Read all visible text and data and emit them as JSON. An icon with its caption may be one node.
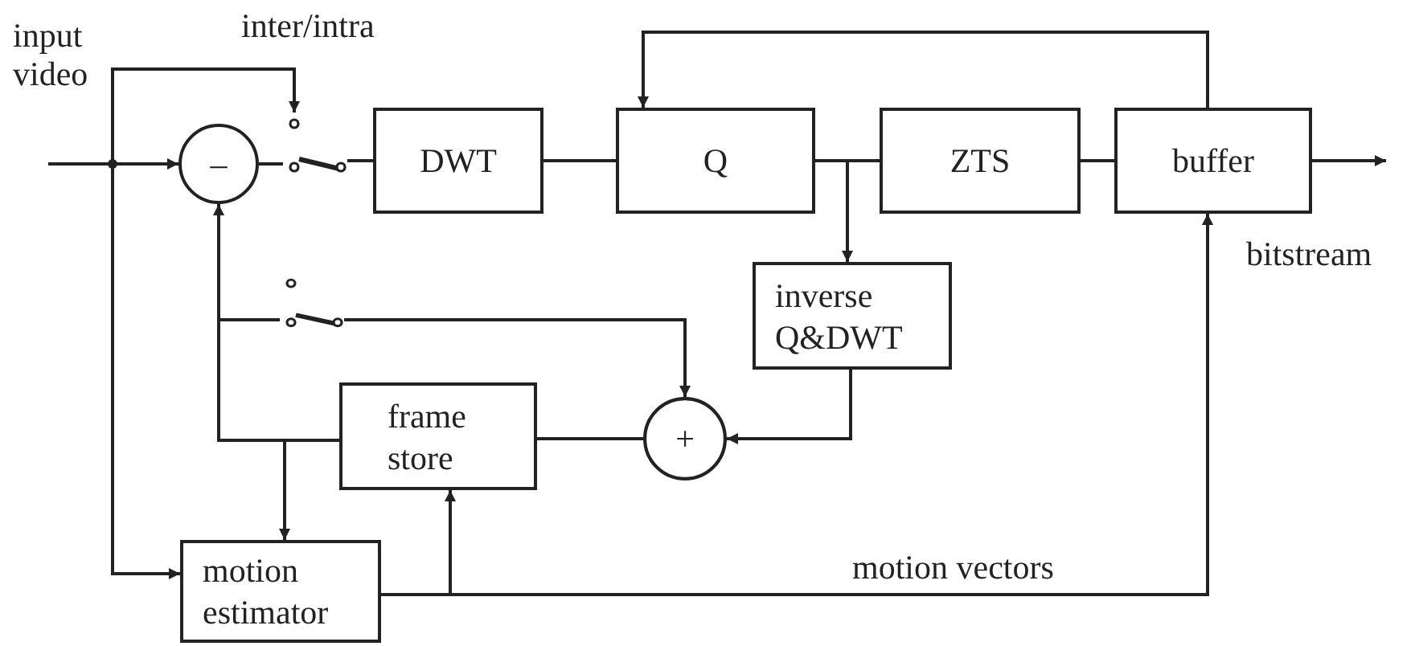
{
  "diagram": {
    "nodes": [
      {
        "text": [
          "–"
        ]
      },
      {
        "text": [],
        "shape": "switch",
        "beside": [
          "inter/intra"
        ]
      },
      {
        "text": [
          "DWT"
        ]
      },
      {
        "text": [
          "Q"
        ]
      },
      {
        "text": [
          "ZTS"
        ]
      },
      {
        "text": [
          "buffer"
        ]
      },
      {
        "text": [
          "inverse Q&DWT"
        ]
      },
      {
        "text": [],
        "shape": "switch"
      },
      {
        "text": [
          "+"
        ]
      },
      {
        "text": [
          "frame store"
        ]
      },
      {
        "text": [
          "motion estimator"
        ]
      }
    ],
    "edges": [
      {
        "from": null,
        "to": 0,
        "arrow": "to"
      },
      {
        "from": null,
        "to": 1,
        "arrow": "to"
      },
      {
        "from": null,
        "to": 10,
        "arrow": "to"
      },
      {
        "from": 0,
        "to": 1,
        "arrow": "none"
      },
      {
        "from": 1,
        "to": 2,
        "arrow": "none"
      },
      {
        "from": 2,
        "to": 3,
        "arrow": "none"
      },
      {
        "from": 3,
        "to": 4,
        "arrow": "none"
      },
      {
        "from": 3,
        "to": 6,
        "arrow": "to"
      },
      {
        "from": 4,
        "to": 5,
        "arrow": "none"
      },
      {
        "from": 5,
        "to": null,
        "arrow": "to",
        "label": "bitstream"
      },
      {
        "from": 5,
        "to": 3,
        "arrow": "to"
      },
      {
        "from": 6,
        "to": 8,
        "arrow": "to"
      },
      {
        "from": 8,
        "to": 9,
        "arrow": "none"
      },
      {
        "from": 9,
        "to": 0,
        "arrow": "to"
      },
      {
        "from": 9,
        "to": 7,
        "arrow": "none"
      },
      {
        "from": 7,
        "to": 8,
        "arrow": "to"
      },
      {
        "from": 9,
        "to": 10,
        "arrow": "to"
      },
      {
        "from": 10,
        "to": 9,
        "arrow": "to"
      },
      {
        "from": 10,
        "to": 5,
        "arrow": "to",
        "label": "motion vectors"
      }
    ],
    "labels": [
      "input video"
    ]
  }
}
